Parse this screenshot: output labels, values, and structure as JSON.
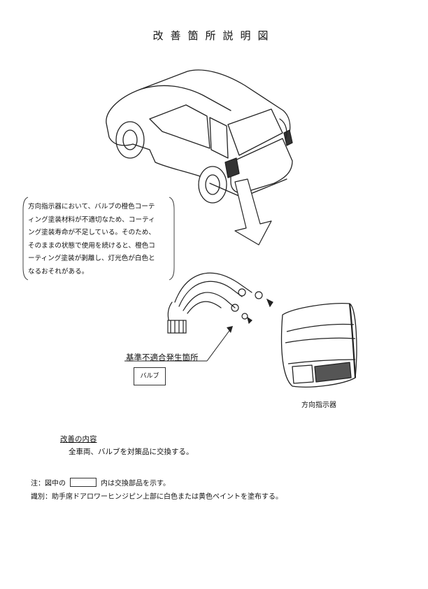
{
  "title": "改善箇所説明図",
  "callout": {
    "text": "方向指示器において、バルブの橙色コーテ\nィング塗装材料が不適切なため、コーティ\nング塗装寿命が不足している。そのため、\nそのままの状態で使用を続けると、橙色コ\nーティング塗装が剥離し、灯光色が白色と\nなるおそれがある。"
  },
  "defect_label": "基準不適合発生箇所",
  "part_box_label": "バルブ",
  "lamp_caption": "方向指示器",
  "improvement": {
    "heading": "改善の内容",
    "body": "全車両、バルブを対策品に交換する。"
  },
  "note": {
    "prefix": "注：図中の",
    "suffix": "内は交換部品を示す。"
  },
  "identification": "識別：助手席ドアロワーヒンジピン上部に白色または黄色ペイントを塗布する。"
}
